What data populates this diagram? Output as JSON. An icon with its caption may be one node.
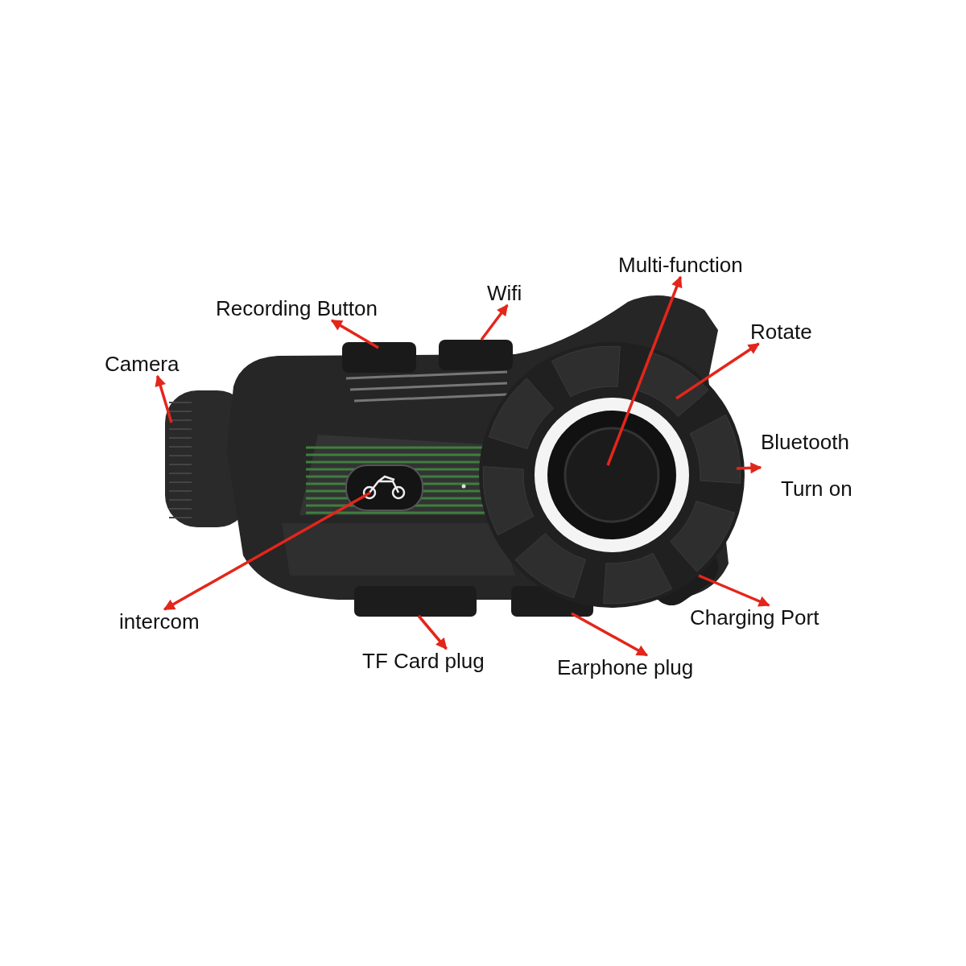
{
  "diagram": {
    "nodes": [
      {
        "text": [
          "Multi-function"
        ]
      },
      {
        "text": [
          "Recording Button"
        ]
      },
      {
        "text": [
          "Wifi"
        ]
      },
      {
        "text": [
          "Rotate"
        ]
      },
      {
        "text": [
          "Camera"
        ]
      },
      {
        "text": [
          "Bluetooth",
          "Turn on"
        ]
      },
      {
        "text": [
          "intercom"
        ]
      },
      {
        "text": [
          "Charging Port"
        ]
      },
      {
        "text": [
          "TF Card plug"
        ]
      },
      {
        "text": [
          "Earphone plug"
        ]
      }
    ],
    "edges": [
      {
        "from": null,
        "to": 0,
        "arrow": "to"
      },
      {
        "from": null,
        "to": 1,
        "arrow": "to"
      },
      {
        "from": null,
        "to": 2,
        "arrow": "to"
      },
      {
        "from": null,
        "to": 3,
        "arrow": "to"
      },
      {
        "from": null,
        "to": 4,
        "arrow": "to"
      },
      {
        "from": null,
        "to": 5,
        "arrow": "to"
      },
      {
        "from": null,
        "to": 6,
        "arrow": "to"
      },
      {
        "from": null,
        "to": 7,
        "arrow": "to"
      },
      {
        "from": null,
        "to": 8,
        "arrow": "to"
      },
      {
        "from": null,
        "to": 9,
        "arrow": "to"
      }
    ]
  }
}
